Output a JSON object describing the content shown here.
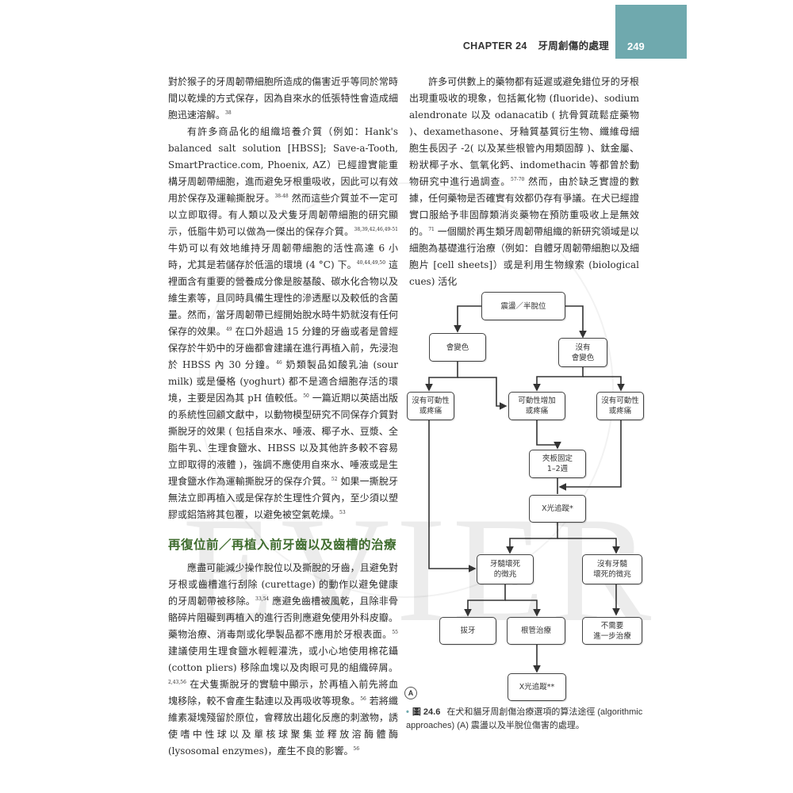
{
  "header": {
    "chapter": "CHAPTER 24",
    "chapter_title": "牙周創傷的處理",
    "page_number": "249",
    "tab_color": "#6fa9ae"
  },
  "watermark": "EVIER",
  "left_column": {
    "p1": {
      "text": "對於猴子的牙周韌帶細胞所造成的傷害近乎等同於常時間以乾燥的方式保存，因為自來水的低張特性會造成細胞迅速溶解。",
      "ref": "38"
    },
    "p2": {
      "t1": "有許多商品化的組織培養介質（例如：Hank's balanced salt solution [HBSS]; Save-a-Tooth, SmartPractice.com, Phoenix, AZ）已經證實能重構牙周韌帶細胞，進而避免牙根重吸收，因此可以有效用於保存及運輸撕脫牙。",
      "r1": "38-48",
      "t2": " 然而這些介質並不一定可以立即取得。有人類以及犬隻牙周韌帶細胞的研究顯示，低脂牛奶可以做為一傑出的保存介質。",
      "r2": "38,39,42,46,49-51",
      "t3": " 牛奶可以有效地維持牙周韌帶細胞的活性高達 6 小時，尤其是若儲存於低溫的環境 (4 °C) 下。",
      "r3": "40,44,49,50",
      "t4": " 這裡面含有重要的營養成分像是胺基酸、碳水化合物以及維生素等，且同時具備生理性的滲透壓以及較低的含菌量。然而，當牙周韌帶已經開始脫水時牛奶就沒有任何保存的效果。",
      "r4": "49",
      "t5": " 在口外超過 15 分鐘的牙齒或者是曾經保存於牛奶中的牙齒都會建議在進行再植入前，先浸泡於 HBSS 內 30 分鐘。",
      "r5": "46",
      "t6": " 奶類製品如酸乳油 (sour milk) 或是優格 (yoghurt) 都不是適合細胞存活的環境，主要是因為其 pH 值較低。",
      "r6": "50",
      "t7": " 一篇近期以英語出版的系統性回顧文獻中，以動物模型研究不同保存介質對撕脫牙的效果 ( 包括自來水、唾液、椰子水、豆漿、全脂牛乳、生理食鹽水、HBSS 以及其他許多較不容易立即取得的液體 )，強調不應使用自來水、唾液或是生理食鹽水作為運輸撕脫牙的保存介質。",
      "r7": "52",
      "t8": " 如果一撕脫牙無法立即再植入或是保存於生理性介質內，至少須以塑膠或鋁箔將其包覆，以避免被空氣乾燥。",
      "r8": "53"
    },
    "section_heading": "再復位前／再植入前牙齒以及齒槽的治療",
    "p3": {
      "t1": "應盡可能減少操作脫位以及撕脫的牙齒，且避免對牙根或齒槽進行刮除 (curettage) 的動作以避免健康的牙周韌帶被移除。",
      "r1": "33,54",
      "t2": " 應避免齒槽被風乾，且除非骨骼碎片阻礙到再植入的進行否則應避免使用外科皮瓣。藥物治療、消毒劑或化學製品都不應用於牙根表面。",
      "r2": "55",
      "t3": " 建議使用生理食鹽水輕輕灌洗，或小心地使用棉花鑷 (cotton pliers) 移除血塊以及肉眼可見的組織碎屑。",
      "r3": "2,43,56",
      "t4": " 在犬隻撕脫牙的實驗中顯示，於再植入前先將血塊移除，較不會產生黏連以及再吸收等現象。",
      "r4": "56",
      "t5": " 若將纖維素凝塊殘留於原位，會釋放出趨化反應的刺激物，誘使嗜中性球以及單核球聚集並釋放溶酶體酶 (lysosomal enzymes)，產生不良的影響。",
      "r5": "56"
    }
  },
  "right_column": {
    "p1": {
      "t1": "許多可供數上的藥物都有延遲或避免錯位牙的牙根出現重吸收的現象，包括氟化物 (fluoride)、sodium alendronate 以及 odanacatib ( 抗骨質疏鬆症藥物 )、dexamethasone、牙釉質基質衍生物、纖維母細胞生長因子 -2( 以及某些根管內用類固醇 )、鈦金屬、粉狀椰子水、氫氧化鈣、indomethacin 等都曾於動物研究中進行過調查。",
      "r1": "57-70",
      "t2": " 然而，由於缺乏實證的數據，任何藥物是否確實有效都仍存有爭議。在犬已經證實口服給予非固醇類消炎藥物在預防重吸收上是無效的。",
      "r2": "71",
      "t3": " 一個關於再生類牙周韌帶組織的新研究領域是以細胞為基礎進行治療（例如：自體牙周韌帶細胞以及細胞片 [cell sheets]）或是利用生物線索 (biological cues) 活化"
    }
  },
  "flowchart": {
    "panel_label": "A",
    "nodes": {
      "root": "震盪／半脫位",
      "discolor": "會變色",
      "no_discolor": "沒有\n會變色",
      "no_mobility_left": "沒有可動性\n或疼痛",
      "mobility_increase": "可動性增加\n或疼痛",
      "no_mobility_right": "沒有可動性\n或疼痛",
      "splint": "夾板固定\n1–2週",
      "xray1": "X光追蹤*",
      "pulp_necrosis": "牙髓壞死\n的徵兆",
      "no_pulp_necrosis": "沒有牙髓\n壞死的徵兆",
      "extraction": "拔牙",
      "root_canal": "根管治療",
      "no_further": "不需要\n進一步治療",
      "xray2": "X光追蹤**"
    }
  },
  "caption": {
    "bullet": "•",
    "figure": "圖 24.6",
    "text": "在犬和貓牙周創傷治療選項的算法途徑 (algorithmic approaches) (A) 震盪以及半脫位傷害的處理。"
  }
}
